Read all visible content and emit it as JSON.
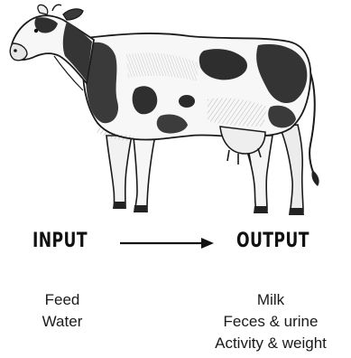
{
  "illustration": {
    "icon": "cow-illustration"
  },
  "input": {
    "heading": "INPUT",
    "items": [
      "Feed",
      "Water"
    ]
  },
  "output": {
    "heading": "OUTPUT",
    "items": [
      "Milk",
      "Feces & urine",
      "Activity & weight"
    ]
  },
  "colors": {
    "ink": "#1a1a1a",
    "background": "#ffffff",
    "hide": "#3a3a3a"
  }
}
